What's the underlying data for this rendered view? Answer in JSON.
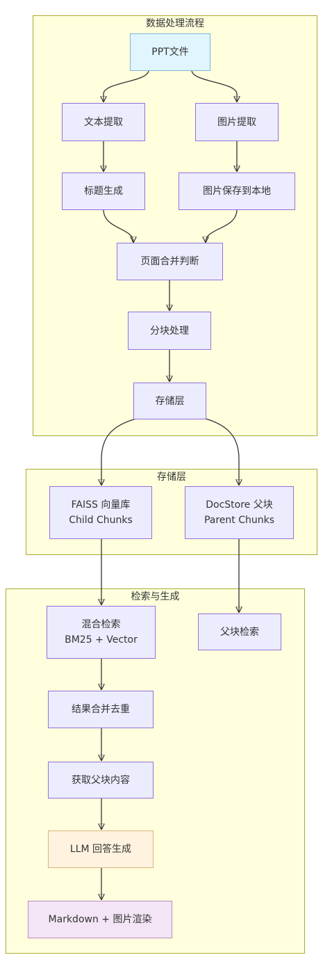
{
  "clusters": {
    "processing": "数据处理流程",
    "storage": "存储层",
    "retrieval": "检索与生成"
  },
  "nodes": {
    "ppt": "PPT文件",
    "text_extract": "文本提取",
    "image_extract": "图片提取",
    "title_gen": "标题生成",
    "image_save": "图片保存到本地",
    "page_merge": "页面合并判断",
    "chunking": "分块处理",
    "storage_layer": "存储层",
    "faiss_line1": "FAISS 向量库",
    "faiss_line2": "Child Chunks",
    "docstore_line1": "DocStore 父块",
    "docstore_line2": "Parent Chunks",
    "hybrid_line1": "混合检索",
    "hybrid_line2": "BM25 + Vector",
    "parent_retrieval": "父块检索",
    "dedupe": "结果合并去重",
    "get_parent": "获取父块内容",
    "llm": "LLM 回答生成",
    "render": "Markdown + 图片渲染"
  },
  "colors": {
    "cluster_fill": "#ffffde",
    "cluster_border": "#aaaa33",
    "node_fill": "#ececff",
    "node_border": "#9370db",
    "file_fill": "#e1f5fe",
    "llm_fill": "#fff3e0",
    "render_fill": "#f3e5f5"
  }
}
